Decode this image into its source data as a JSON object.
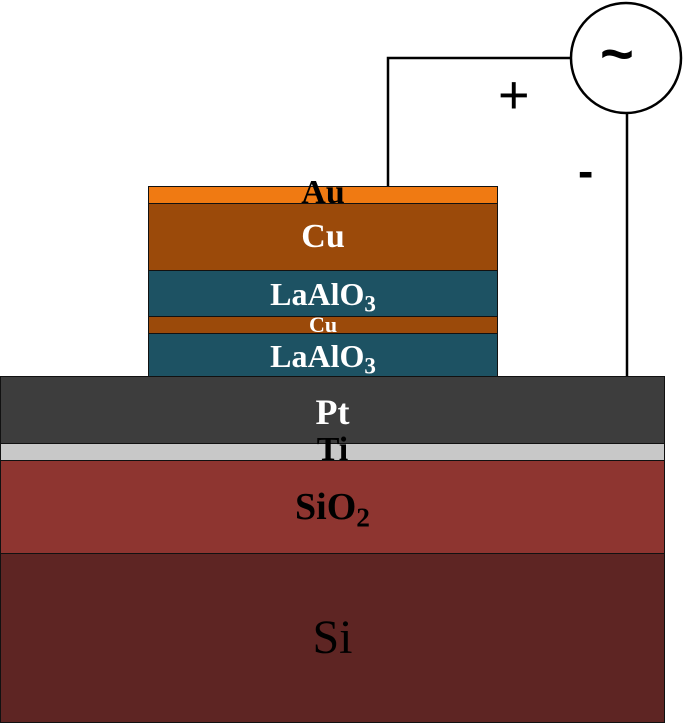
{
  "layers": {
    "au": {
      "label": "Au",
      "sub": "",
      "color": "#f07a12",
      "text_color": "#000000"
    },
    "cu_top": {
      "label": "Cu",
      "sub": "",
      "color": "#9b4a0a",
      "text_color": "#ffffff"
    },
    "laalo_top": {
      "label": "LaAlO",
      "sub": "3",
      "color": "#1d5263",
      "text_color": "#ffffff"
    },
    "cu_mid": {
      "label": "Cu",
      "sub": "",
      "color": "#9b4a0a",
      "text_color": "#ffffff"
    },
    "laalo_bot": {
      "label": "LaAlO",
      "sub": "3",
      "color": "#1d5263",
      "text_color": "#ffffff"
    },
    "pt": {
      "label": "Pt",
      "sub": "",
      "color": "#3d3d3d",
      "text_color": "#ffffff"
    },
    "ti": {
      "label": "Ti",
      "sub": "",
      "color": "#c8c8c8",
      "text_color": "#000000"
    },
    "sio2": {
      "label": "SiO",
      "sub": "2",
      "color": "#8e3530",
      "text_color": "#000000"
    },
    "si": {
      "label": "Si",
      "sub": "",
      "color": "#5e2523",
      "text_color": "#000000"
    }
  },
  "circuit": {
    "source_symbol": "~",
    "plus_sign": "+",
    "minus_sign": "-",
    "wire_color": "#000000"
  }
}
